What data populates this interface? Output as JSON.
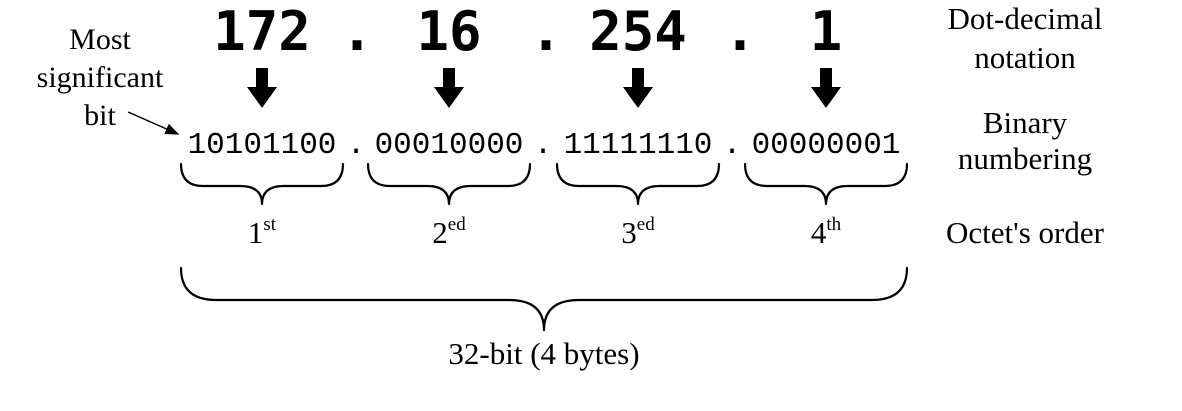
{
  "octets": [
    {
      "decimal": "172",
      "binary": "10101100",
      "order_num": "1",
      "order_sup": "st"
    },
    {
      "decimal": "16",
      "binary": "00010000",
      "order_num": "2",
      "order_sup": "ed"
    },
    {
      "decimal": "254",
      "binary": "11111110",
      "order_num": "3",
      "order_sup": "ed"
    },
    {
      "decimal": "1",
      "binary": "00000001",
      "order_num": "4",
      "order_sup": "th"
    }
  ],
  "separator": ".",
  "labels": {
    "msb_line1": "Most",
    "msb_line2": "significant",
    "msb_line3": "bit",
    "dot_decimal_line1": "Dot-decimal",
    "dot_decimal_line2": "notation",
    "binary_line1": "Binary",
    "binary_line2": "numbering",
    "octet_order": "Octet's order",
    "total_bits": "32-bit (4 bytes)"
  },
  "icons": {
    "down_arrow": "down-arrow-icon",
    "pointer_arrow": "pointer-arrow-icon"
  }
}
